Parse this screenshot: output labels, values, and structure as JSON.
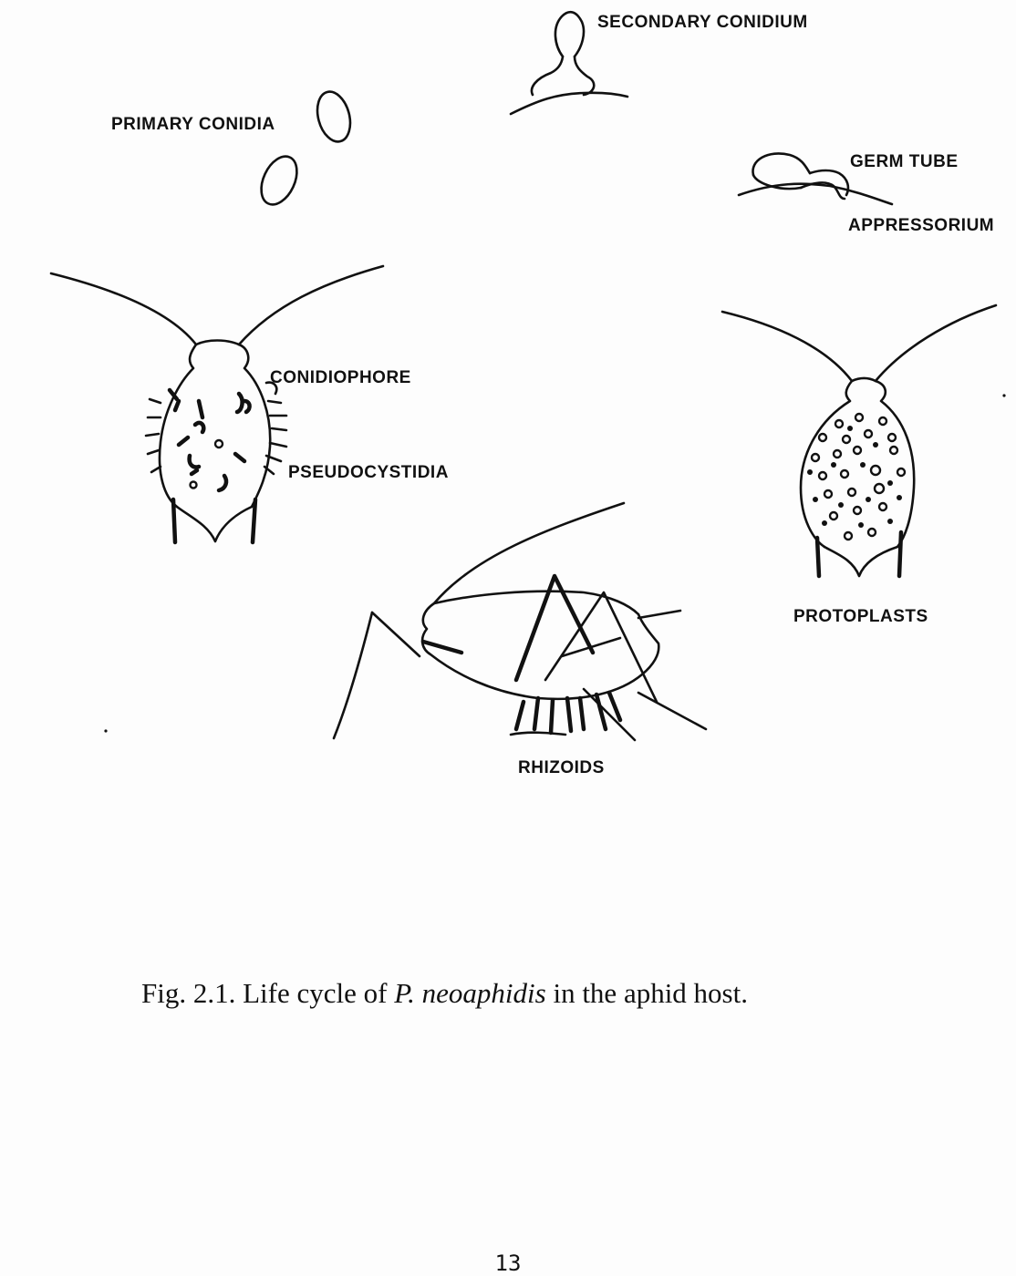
{
  "figure": {
    "labels": {
      "secondary_conidium": "SECONDARY CONIDIUM",
      "primary_conidia": "PRIMARY CONIDIA",
      "germ_tube": "GERM TUBE",
      "appressorium": "APPRESSORIUM",
      "conidiophore": "CONIDIOPHORE",
      "pseudocystidia": "PSEUDOCYSTIDIA",
      "protoplasts": "PROTOPLASTS",
      "rhizoids": "RHIZOIDS"
    }
  },
  "caption": {
    "prefix": "Fig. 2.1.  Life cycle of ",
    "species": "P. neoaphidis",
    "suffix": " in the aphid host."
  },
  "page_number": "13"
}
